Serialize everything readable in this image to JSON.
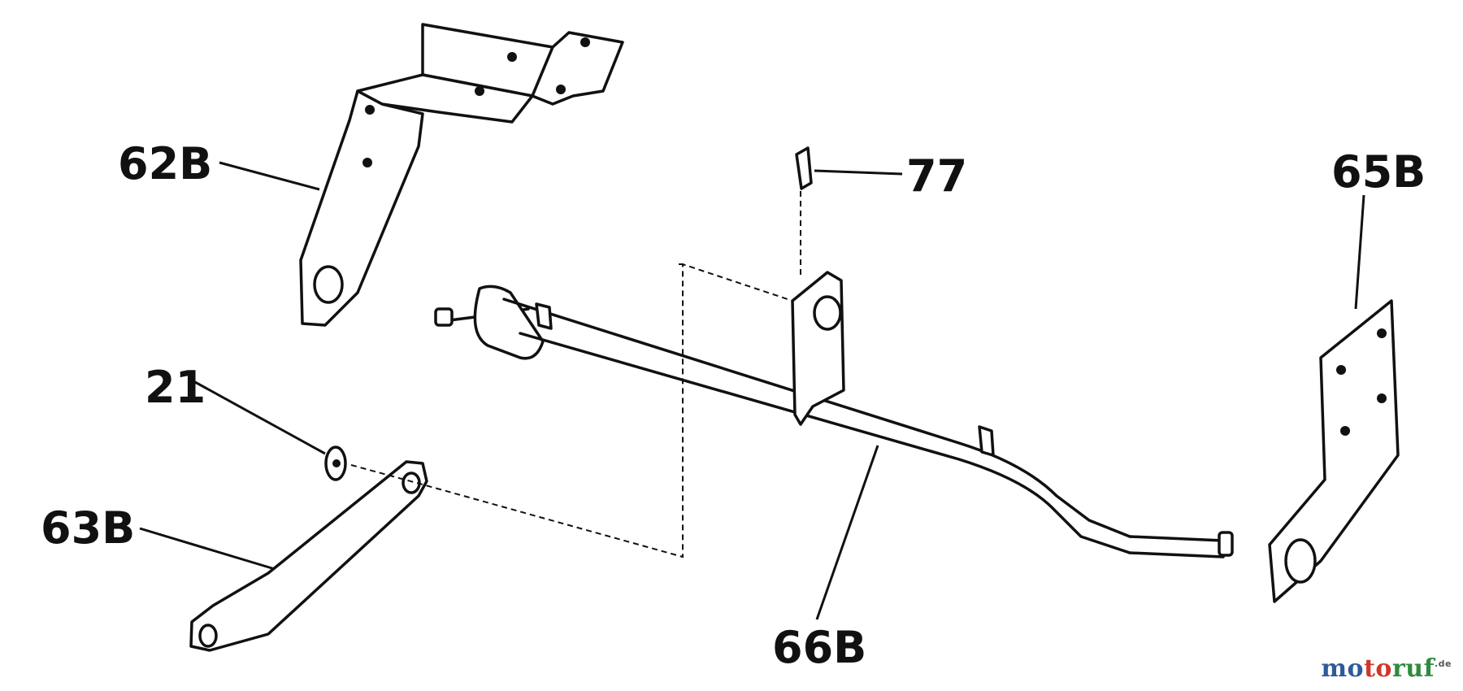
{
  "diagram": {
    "labels": {
      "p62B": "62B",
      "p77": "77",
      "p65B": "65B",
      "p21": "21",
      "p63B": "63B",
      "p66B": "66B"
    }
  },
  "watermark": {
    "part1": "mo",
    "part2": "to",
    "part3": "ruf",
    "suffix": ".de"
  },
  "colors": {
    "line": "#111111",
    "background": "#ffffff",
    "watermark_blue": "#2e5b9a",
    "watermark_red": "#d0362a",
    "watermark_green": "#2e8b3e"
  }
}
